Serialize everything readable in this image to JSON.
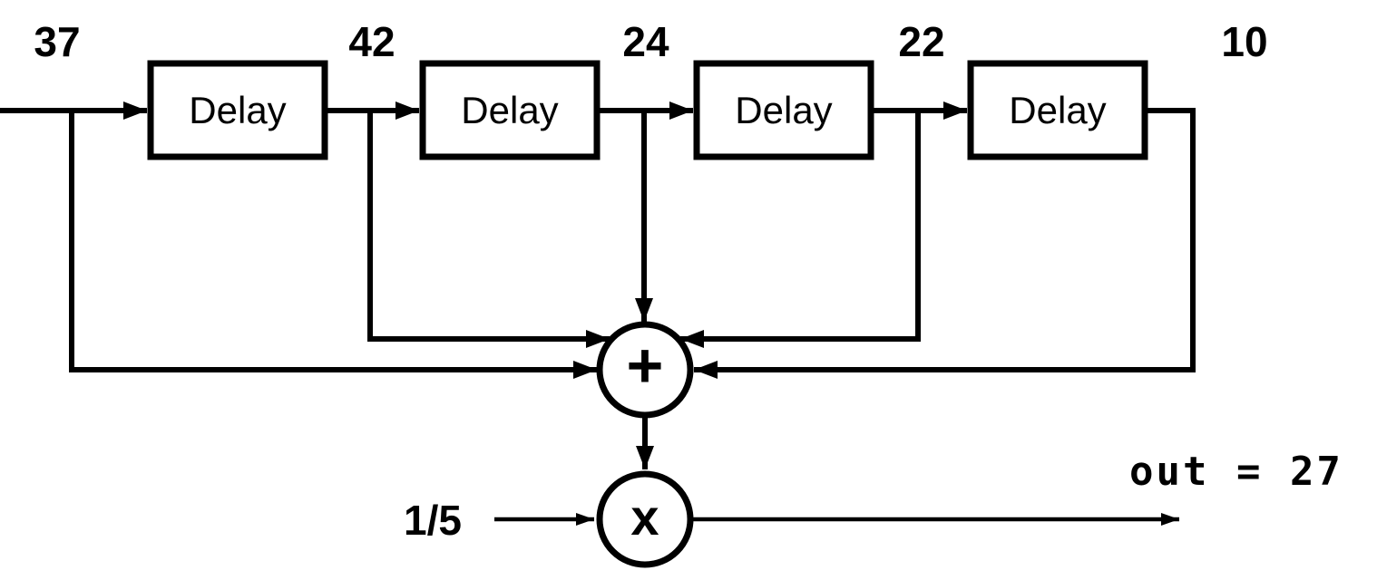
{
  "diagram": {
    "signal_values": [
      "37",
      "42",
      "24",
      "22",
      "10"
    ],
    "delay_boxes": [
      "Delay",
      "Delay",
      "Delay",
      "Delay"
    ],
    "sum_operator": "+",
    "multiply_operator": "x",
    "coefficient_label": "1/5",
    "output_label": "out = 27",
    "colors": {
      "line": "#000000",
      "background": "#ffffff"
    }
  }
}
